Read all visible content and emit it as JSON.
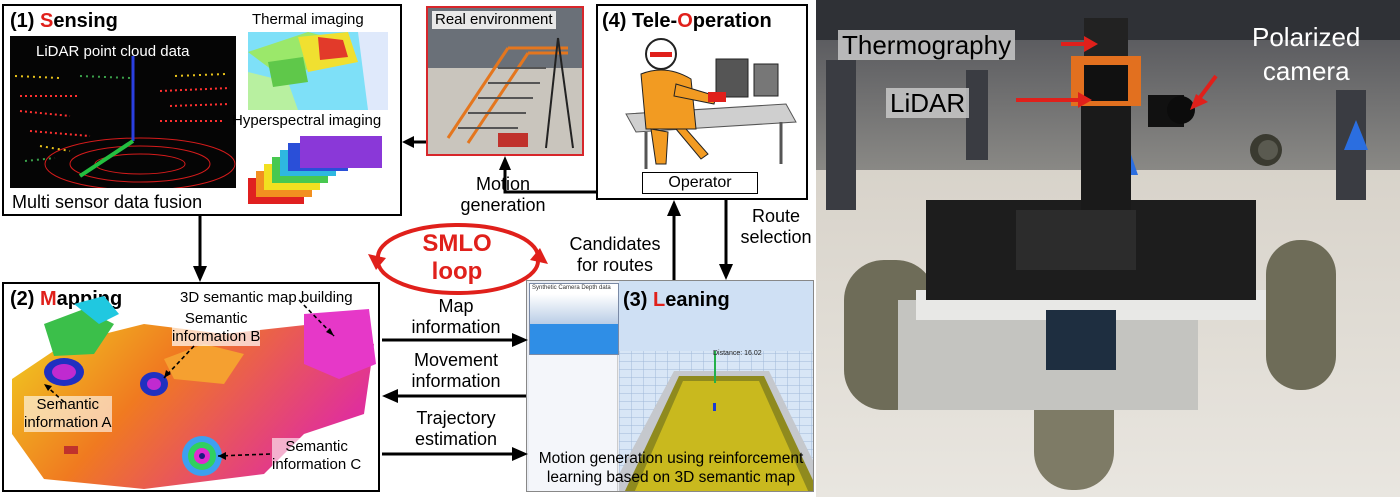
{
  "sensing": {
    "num": "(1) ",
    "hl": "S",
    "rest": "ensing",
    "lidar_label": "LiDAR point cloud data",
    "thermal_label": "Thermal imaging",
    "hyper_label": "Hyperspectral imaging",
    "fusion_label": "Multi sensor data fusion"
  },
  "real_env": {
    "label": "Real environment"
  },
  "teleop": {
    "num": "(4) ",
    "t1": "Tele-",
    "hl": "O",
    "rest": "peration",
    "operator_label": "Operator"
  },
  "mapping": {
    "num": "(2) ",
    "hl": "M",
    "rest": "apping",
    "map_building": "3D semantic map building",
    "sem_b": [
      "Semantic",
      "information B"
    ],
    "sem_a": [
      "Semantic",
      "information A"
    ],
    "sem_c": [
      "Semantic",
      "information C"
    ]
  },
  "learning": {
    "num": "(3) ",
    "hl": "L",
    "rest": "eaning",
    "window_title": "Synthetic Camera Depth data",
    "distance": "Distance: 16.02",
    "caption": [
      "Motion generation using reinforcement",
      "learning based on 3D semantic map"
    ]
  },
  "loop": {
    "line1": "SMLO",
    "line2": "loop"
  },
  "flows": {
    "motion": [
      "Motion",
      "generation"
    ],
    "route": [
      "Route",
      "selection"
    ],
    "candidates": [
      "Candidates",
      "for routes"
    ],
    "map_info": [
      "Map",
      "information"
    ],
    "movement": [
      "Movement",
      "information"
    ],
    "trajectory": [
      "Trajectory",
      "estimation"
    ]
  },
  "photo": {
    "thermography": "Thermography",
    "lidar": "LiDAR",
    "polarized": [
      "Polarized",
      "camera"
    ]
  },
  "colors": {
    "accent_red": "#e0201b",
    "frame_red": "#d7262b",
    "sky_blue": "#a9c7e6"
  }
}
